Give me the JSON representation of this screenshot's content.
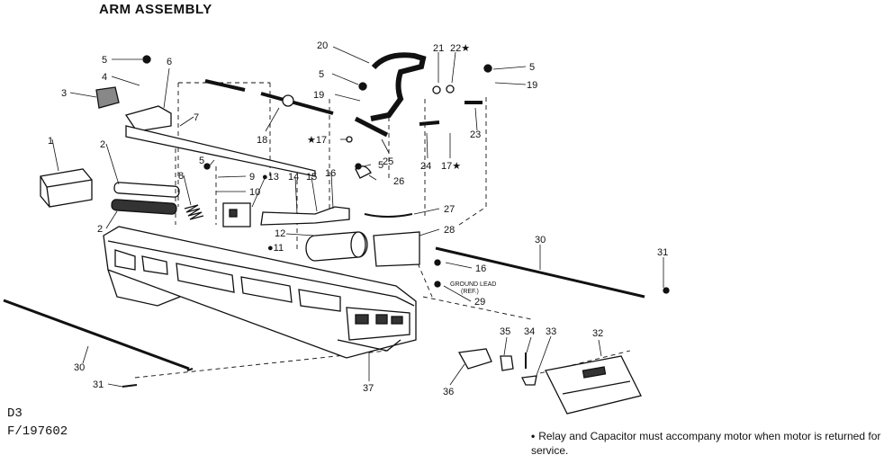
{
  "title": "ARM ASSEMBLY",
  "code_line1": "D3",
  "code_line2": "F/197602",
  "note": {
    "bullet": "•",
    "text": "Relay and Capacitor must accompany motor when motor is returned for service."
  },
  "ground_lead": {
    "line1": "GROUND LEAD",
    "line2": "(REF.)"
  },
  "callouts": [
    "5",
    "4",
    "6",
    "3",
    "1",
    "2",
    "2",
    "7",
    "8",
    "5",
    "9",
    "●13",
    "10",
    "14",
    "15",
    "16",
    "5",
    "26",
    "12",
    "●11",
    "28",
    "27",
    "20",
    "21",
    "22★",
    "5",
    "19",
    "5",
    "19",
    "18",
    "★17",
    "25",
    "24",
    "17★",
    "23",
    "30",
    "31",
    "16",
    "29",
    "30",
    "31",
    "37",
    "36",
    "35",
    "34",
    "33",
    "32"
  ]
}
